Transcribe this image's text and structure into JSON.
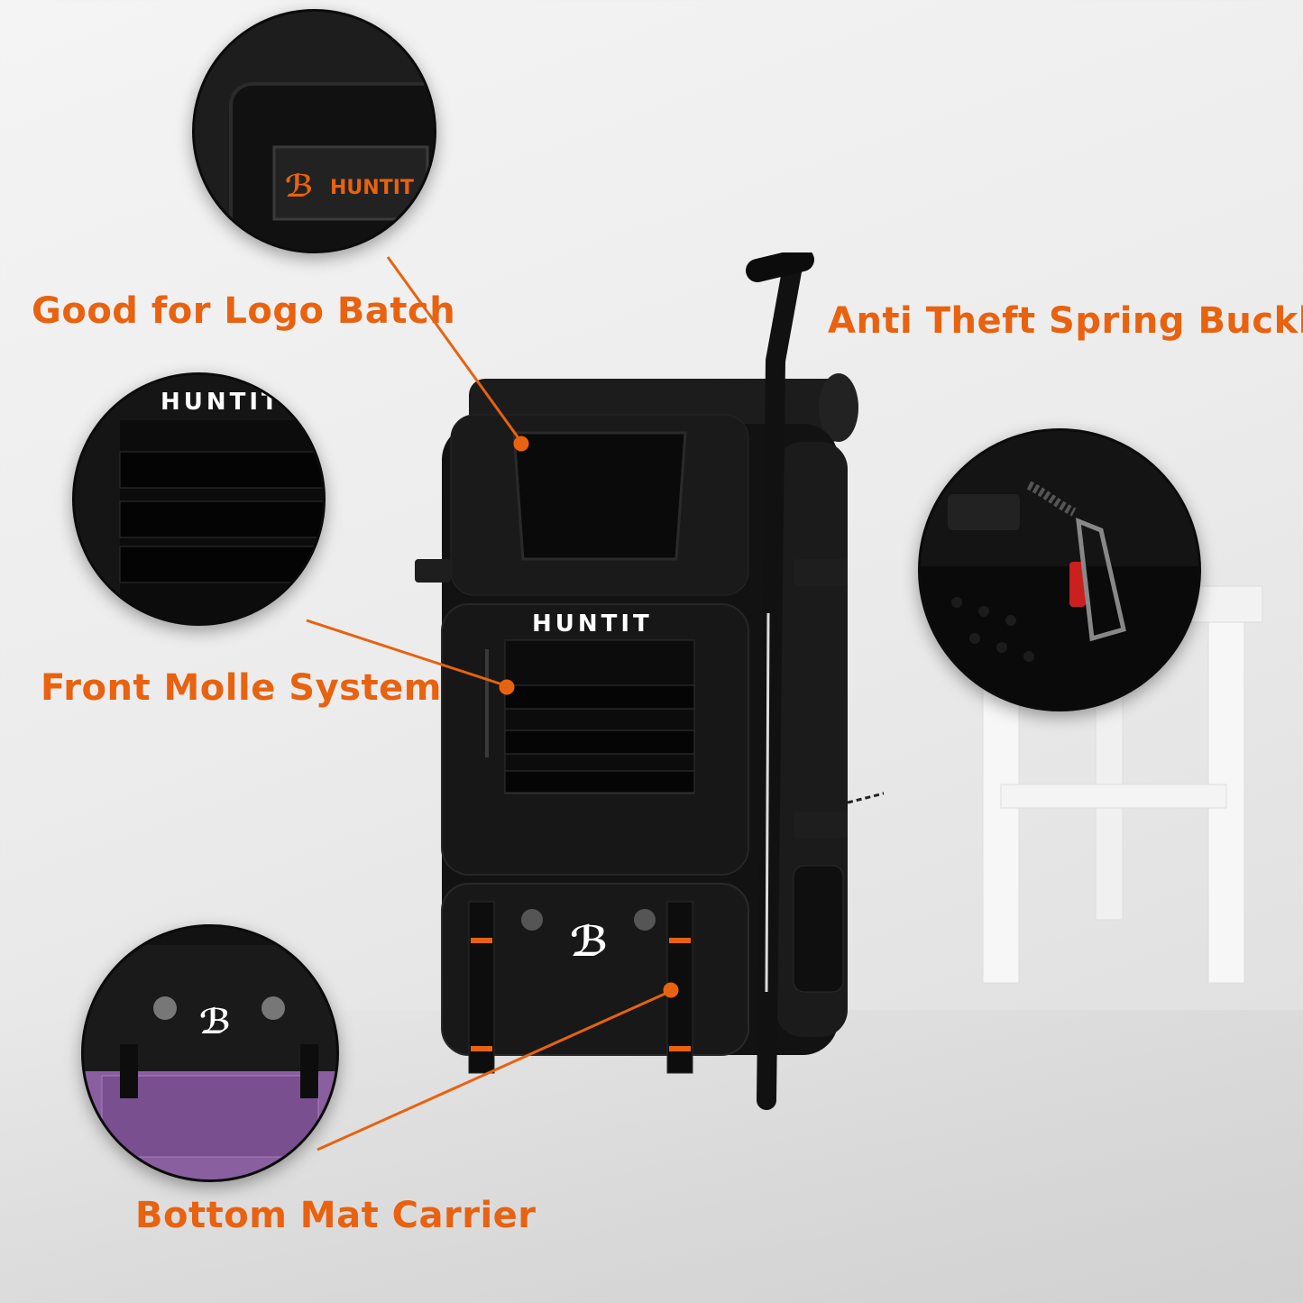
{
  "callouts": {
    "logo_batch": "Good for Logo Batch",
    "spring_buckle": "Anti Theft Spring Buckle",
    "molle": "Front Molle System",
    "mat_carrier": "Bottom Mat Carrier"
  },
  "brand": {
    "name": "HUNTIT",
    "circle_banner": "HUNTIT"
  },
  "colors": {
    "accent": "#e8620f",
    "bag": "#141414",
    "background": "#ececec",
    "mat": "#8a5fa0"
  }
}
